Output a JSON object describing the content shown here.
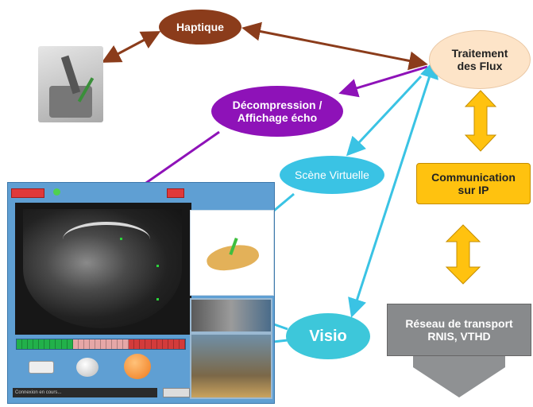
{
  "nodes": {
    "haptique": "Haptique",
    "traitement": "Traitement\ndes Flux",
    "decompression": "Décompression /\nAffichage écho",
    "scene": "Scène Virtuelle",
    "visio": "Visio",
    "communication": "Communication\nsur IP",
    "reseau": "Réseau de transport\nRNIS, VTHD"
  },
  "app": {
    "status_text": "Connexion en cours..."
  },
  "colors": {
    "haptique": "#8b3c1b",
    "decompression": "#8e12b8",
    "cyan": "#3ac3e4",
    "orange": "#ffc20f",
    "gray": "#888a8c"
  }
}
